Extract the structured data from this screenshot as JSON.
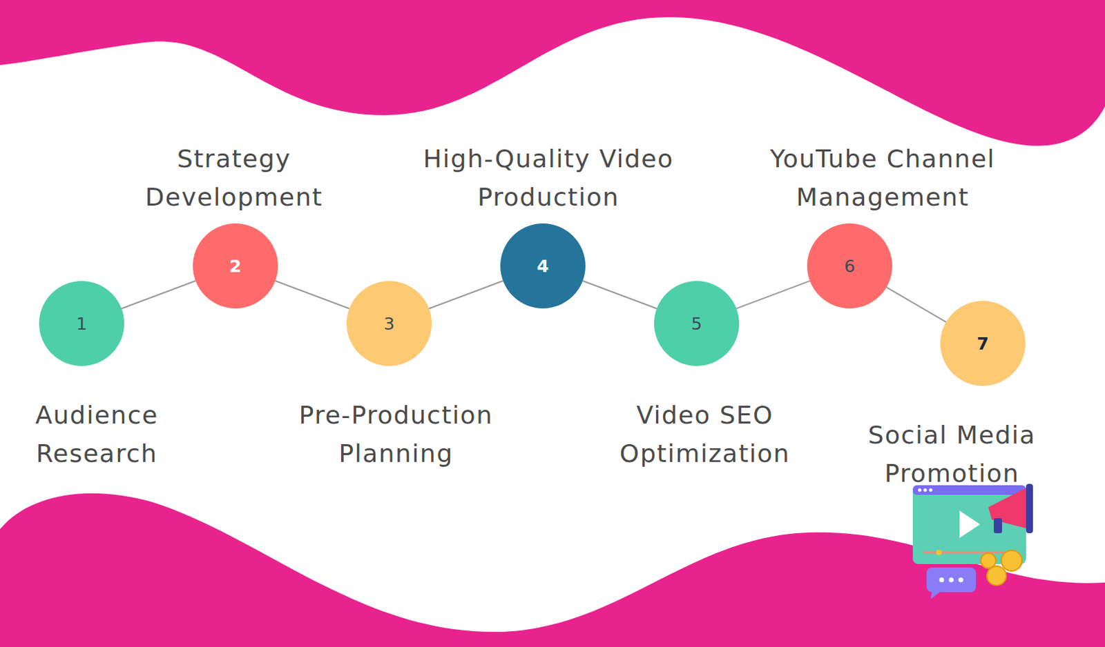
{
  "diagram": {
    "nodes": [
      {
        "text": [
          "1",
          "Audience Research"
        ]
      },
      {
        "text": [
          "2",
          "Strategy Development"
        ]
      },
      {
        "text": [
          "3",
          "Pre-Production Planning"
        ]
      },
      {
        "text": [
          "4",
          "High-Quality Video Production"
        ]
      },
      {
        "text": [
          "5",
          "Video SEO Optimization"
        ]
      },
      {
        "text": [
          "6",
          "YouTube Channel Management"
        ]
      },
      {
        "text": [
          "7",
          "Social Media Promotion"
        ]
      }
    ],
    "edges": [
      {
        "from": 0,
        "to": 1,
        "arrow": "none"
      },
      {
        "from": 1,
        "to": 2,
        "arrow": "none"
      },
      {
        "from": 2,
        "to": 3,
        "arrow": "none"
      },
      {
        "from": 3,
        "to": 4,
        "arrow": "none"
      },
      {
        "from": 4,
        "to": 5,
        "arrow": "none"
      },
      {
        "from": 5,
        "to": 6,
        "arrow": "none"
      }
    ]
  }
}
